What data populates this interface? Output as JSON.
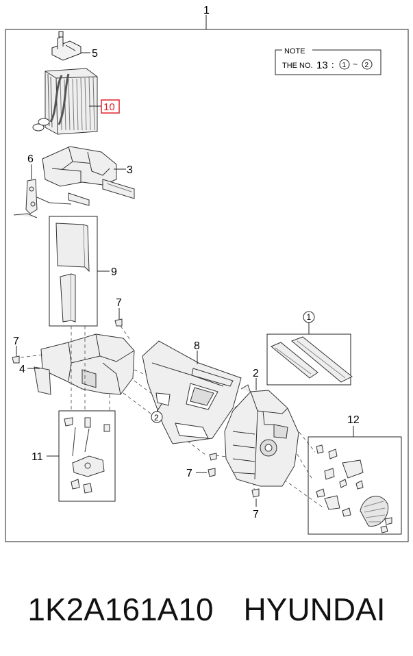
{
  "diagram": {
    "top_label": "1",
    "callouts": {
      "c1": "1",
      "c2": "2",
      "c2b": "2",
      "c3": "3",
      "c4": "4",
      "c5": "5",
      "c6": "6",
      "c7a": "7",
      "c7b": "7",
      "c7c": "7",
      "c7d": "7",
      "c8": "8",
      "c9": "9",
      "c10": "10",
      "c11": "11",
      "c12": "12"
    },
    "note": {
      "title": "NOTE",
      "line_prefix": "THE NO.",
      "number": "13",
      "colon": ":",
      "from": "1",
      "tilde": "~",
      "to": "2"
    },
    "highlight_color": "#e0202a"
  },
  "caption": {
    "part_number": "1K2A161A10",
    "brand": "HYUNDAI"
  }
}
